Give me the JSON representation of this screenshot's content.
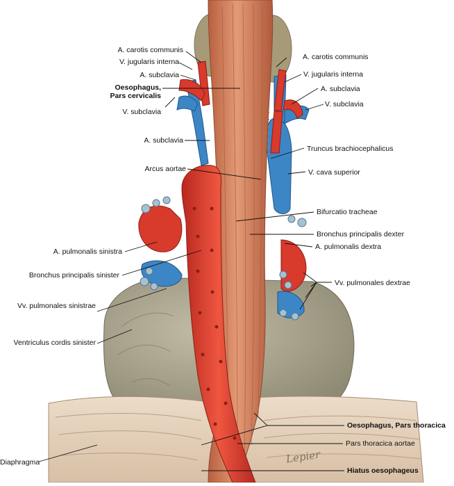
{
  "labels": {
    "a_carotis_l": "A. carotis communis",
    "v_jug_l": "V. jugularis interna",
    "a_subcl_l1": "A. subclavia",
    "oes_cerv": "Oesophagus,",
    "oes_cerv2": "Pars cervicalis",
    "v_subcl_l": "V. subclavia",
    "a_subcl_l2": "A. subclavia",
    "arcus": "Arcus aortae",
    "a_pulm_sin": "A. pulmonalis sinistra",
    "bronch_sin": "Bronchus principalis sinister",
    "vv_pulm_sin": "Vv. pulmonales sinistrae",
    "ventr": "Ventriculus cordis sinister",
    "diaphragma": "Diaphragma",
    "a_carotis_r": "A. carotis communis",
    "v_jug_r": "V. jugularis interna",
    "a_subcl_r": "A. subclavia",
    "v_subcl_r": "V. subclavia",
    "truncus": "Truncus brachiocephalicus",
    "v_cava": "V. cava superior",
    "bifurc": "Bifurcatio tracheae",
    "bronch_dex": "Bronchus principalis dexter",
    "a_pulm_dex": "A. pulmonalis dextra",
    "vv_pulm_dex": "Vv. pulmonales dextrae",
    "oes_thor": "Oesophagus, Pars thoracica",
    "pars_thor_aortae": "Pars thoracica aortae",
    "hiatus": "Hiatus oesophageus"
  },
  "colors": {
    "artery": "#d83a2c",
    "vein": "#3d86c6",
    "oesophagus": "#d9825e",
    "heart": "#a9a38f",
    "diaphragm": "#e2cdb8",
    "thyroid": "#a69a78"
  }
}
